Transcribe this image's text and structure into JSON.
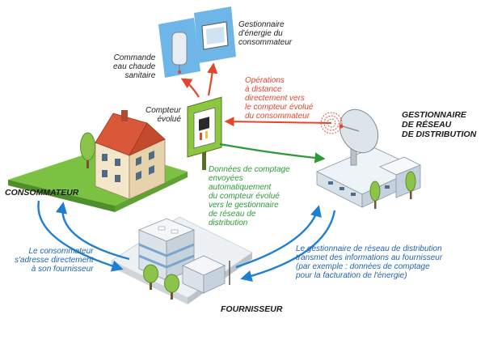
{
  "labels": {
    "consommateur": "CONSOMMATEUR",
    "fournisseur": "FOURNISSEUR",
    "gestionnaire_reseau": [
      "GESTIONNAIRE",
      "DE RÉSEAU",
      "DE DISTRIBUTION"
    ],
    "compteur": [
      "Compteur",
      "évolué"
    ],
    "commande_eau": [
      "Commande",
      "eau chaude",
      "sanitaire"
    ],
    "gestionnaire_energie": [
      "Gestionnaire",
      "d'énergie du",
      "consommateur"
    ],
    "operations": [
      "Opérations",
      "à distance",
      "directement vers",
      "le compteur évolué",
      "du consommateur"
    ],
    "donnees": [
      "Données de comptage",
      "envoyées",
      "automatiquement",
      "du compteur évolué",
      "vers le gestionnaire",
      "de réseau de",
      "distribution"
    ],
    "consommateur_fournisseur": [
      "Le consommateur",
      "s'adresse directement",
      "à son fournisseur"
    ],
    "gestionnaire_transmet": [
      "Le gestionnaire de réseau de distribution",
      "transmet des informations au fournisseur",
      "(par exemple : données de comptage",
      "pour la facturation de l'énergie)"
    ]
  },
  "colors": {
    "grass": "#7cc242",
    "grass_side": "#4f8f2a",
    "arrow_blue": "#1f7fd0",
    "arrow_green": "#2d9a3a",
    "arrow_red": "#e2462c",
    "meter_frame": "#8dc63f",
    "device_panel": "#6fb6e8",
    "roof": "#d9583a",
    "wall": "#f4e6c8"
  },
  "icons": [
    "satellite-dish-icon",
    "tree-icon",
    "water-heater-icon",
    "energy-manager-icon",
    "smart-meter-icon"
  ]
}
